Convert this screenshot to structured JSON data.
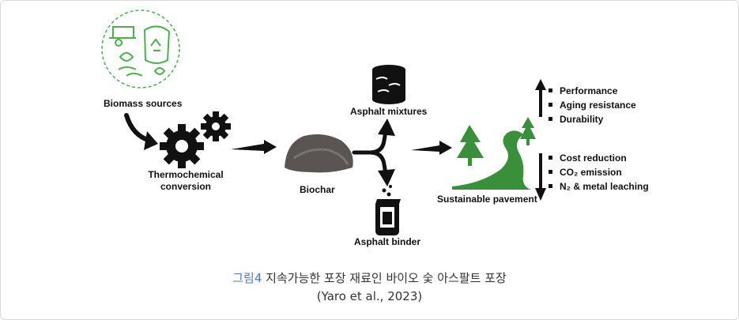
{
  "diagram": {
    "biomass_label": "Biomass sources",
    "thermo_line1": "Thermochemical",
    "thermo_line2": "conversion",
    "biochar_label": "Biochar",
    "mixtures_label": "Asphalt mixtures",
    "binder_label": "Asphalt binder",
    "pavement_label": "Sustainable pavement",
    "increase_items": [
      "Performance",
      "Aging resistance",
      "Durability"
    ],
    "decrease_items": [
      "Cost reduction",
      "CO₂ emission",
      "N₂ & metal leaching"
    ],
    "colors": {
      "green": "#3a8f3a",
      "icon_green": "#4caf50",
      "black": "#111111"
    }
  },
  "caption": {
    "figure_number": "그림4",
    "title": "지속가능한 포장 재료인 바이오 숯 아스팔트 포장",
    "source": "(Yaro et al., 2023)"
  }
}
